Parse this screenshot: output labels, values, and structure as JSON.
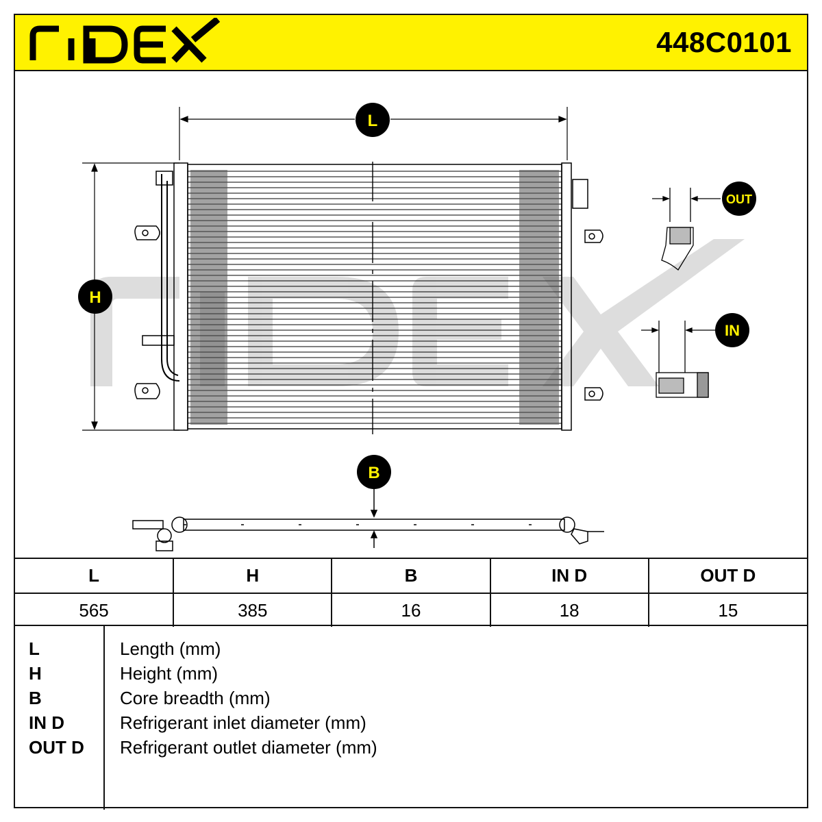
{
  "header": {
    "brand": "RIDEX",
    "part_number": "448C0101"
  },
  "drawing": {
    "labels": {
      "length": "L",
      "height": "H",
      "breadth": "B",
      "outlet": "OUT",
      "inlet": "IN"
    },
    "watermark": "RIDEX"
  },
  "dimensions_table": {
    "headers": [
      "L",
      "H",
      "B",
      "IN D",
      "OUT D"
    ],
    "values": [
      "565",
      "385",
      "16",
      "18",
      "15"
    ]
  },
  "legend": [
    {
      "key": "L",
      "desc": "Length (mm)"
    },
    {
      "key": "H",
      "desc": "Height (mm)"
    },
    {
      "key": "B",
      "desc": "Core breadth (mm)"
    },
    {
      "key": "IN D",
      "desc": "Refrigerant inlet diameter (mm)"
    },
    {
      "key": "OUT D",
      "desc": "Refrigerant outlet diameter (mm)"
    }
  ],
  "colors": {
    "header_bg": "#fff200",
    "badge_bg": "#000000",
    "badge_text": "#fff200"
  }
}
